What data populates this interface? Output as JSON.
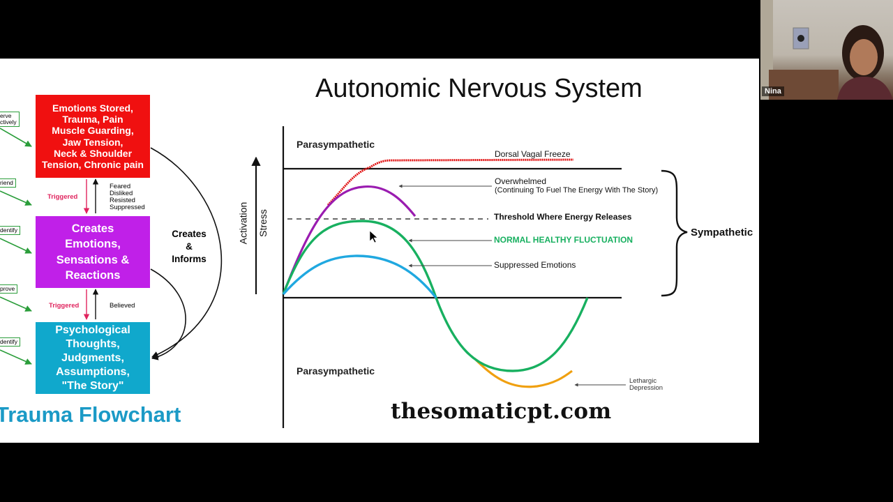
{
  "flowchart": {
    "box_red": "Emotions Stored,\nTrauma, Pain\nMuscle Guarding,\nJaw Tension,\nNeck & Shoulder\nTension, Chronic pain",
    "box_purple": "Creates\nEmotions,\nSensations &\nReactions",
    "box_teal": "Psychological\nThoughts,\nJudgments,\nAssumptions,\n\"The Story\"",
    "triggered_1": "Triggered",
    "triggered_2": "Triggered",
    "feared_list": "Feared\nDisliked\nResisted\nSuppressed",
    "believed": "Believed",
    "creates_informs": "Creates\n&\nInforms",
    "title": "Trauma Flowchart",
    "side_labels": [
      "erve\nctively",
      "riend",
      "dentify",
      "prove",
      "dentify"
    ],
    "colors": {
      "red": "#f01010",
      "purple": "#c020e8",
      "teal": "#10a8cc",
      "arrow_green": "#2a9d3a"
    }
  },
  "ans": {
    "title": "Autonomic Nervous System",
    "axis_label_1": "Activation",
    "axis_label_2": "Stress",
    "parasympathetic_top": "Parasympathetic",
    "parasympathetic_bottom": "Parasympathetic",
    "dorsal_vagal": "Dorsal Vagal Freeze",
    "overwhelmed_1": "Overwhelmed",
    "overwhelmed_2": "(Continuing To Fuel The Energy With The Story)",
    "threshold": "Threshold Where Energy Releases",
    "normal": "NORMAL HEALTHY FLUCTUATION",
    "suppressed": "Suppressed Emotions",
    "lethargic": "Lethargic\nDepression",
    "sympathetic": "Sympathetic",
    "website": "thesomaticpt.com",
    "colors": {
      "freeze": "#e01010",
      "overwhelmed": "#9a1cb0",
      "normal": "#18b060",
      "suppressed": "#20a8e0",
      "lethargic": "#f0a010"
    }
  },
  "webcam": {
    "name": "Nina"
  }
}
